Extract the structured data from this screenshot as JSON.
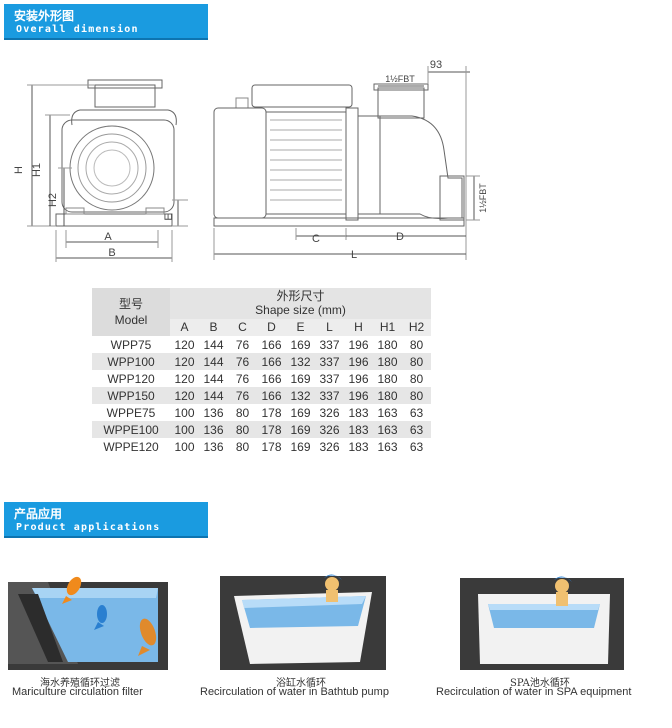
{
  "section1": {
    "title_cn": "安装外形图",
    "title_en": "Overall dimension"
  },
  "drawing": {
    "labels": {
      "H": "H",
      "H1": "H1",
      "H2": "H2",
      "E": "E",
      "A": "A",
      "B": "B",
      "C": "C",
      "D": "D",
      "L": "L",
      "dim93": "93",
      "fbt_top": "1½FBT",
      "fbt_side": "1½FBT"
    }
  },
  "table": {
    "model_cn": "型号",
    "model_en": "Model",
    "shape_cn": "外形尺寸",
    "shape_en": "Shape size (mm)",
    "columns": [
      "A",
      "B",
      "C",
      "D",
      "E",
      "L",
      "H",
      "H1",
      "H2"
    ],
    "rows": [
      {
        "model": "WPP75",
        "values": [
          "120",
          "144",
          "76",
          "166",
          "169",
          "337",
          "196",
          "180",
          "80"
        ]
      },
      {
        "model": "WPP100",
        "values": [
          "120",
          "144",
          "76",
          "166",
          "132",
          "337",
          "196",
          "180",
          "80"
        ]
      },
      {
        "model": "WPP120",
        "values": [
          "120",
          "144",
          "76",
          "166",
          "169",
          "337",
          "196",
          "180",
          "80"
        ]
      },
      {
        "model": "WPP150",
        "values": [
          "120",
          "144",
          "76",
          "166",
          "132",
          "337",
          "196",
          "180",
          "80"
        ]
      },
      {
        "model": "WPPE75",
        "values": [
          "100",
          "136",
          "80",
          "178",
          "169",
          "326",
          "183",
          "163",
          "63"
        ]
      },
      {
        "model": "WPPE100",
        "values": [
          "100",
          "136",
          "80",
          "178",
          "169",
          "326",
          "183",
          "163",
          "63"
        ]
      },
      {
        "model": "WPPE120",
        "values": [
          "100",
          "136",
          "80",
          "178",
          "169",
          "326",
          "183",
          "163",
          "63"
        ]
      }
    ]
  },
  "section2": {
    "title_cn": "产品应用",
    "title_en": "Product applications"
  },
  "applications": [
    {
      "cn": "海水养殖循环过滤",
      "en": "Mariculture circulation filter"
    },
    {
      "cn": "浴缸水循环",
      "en": "Recirculation of water in Bathtub pump"
    },
    {
      "cn": "SPA池水循环",
      "en": "Recirculation of water in SPA equipment"
    }
  ],
  "colors": {
    "header": "#1a9be0",
    "water": "#7ab8e8",
    "dark": "#3a3a3a"
  }
}
